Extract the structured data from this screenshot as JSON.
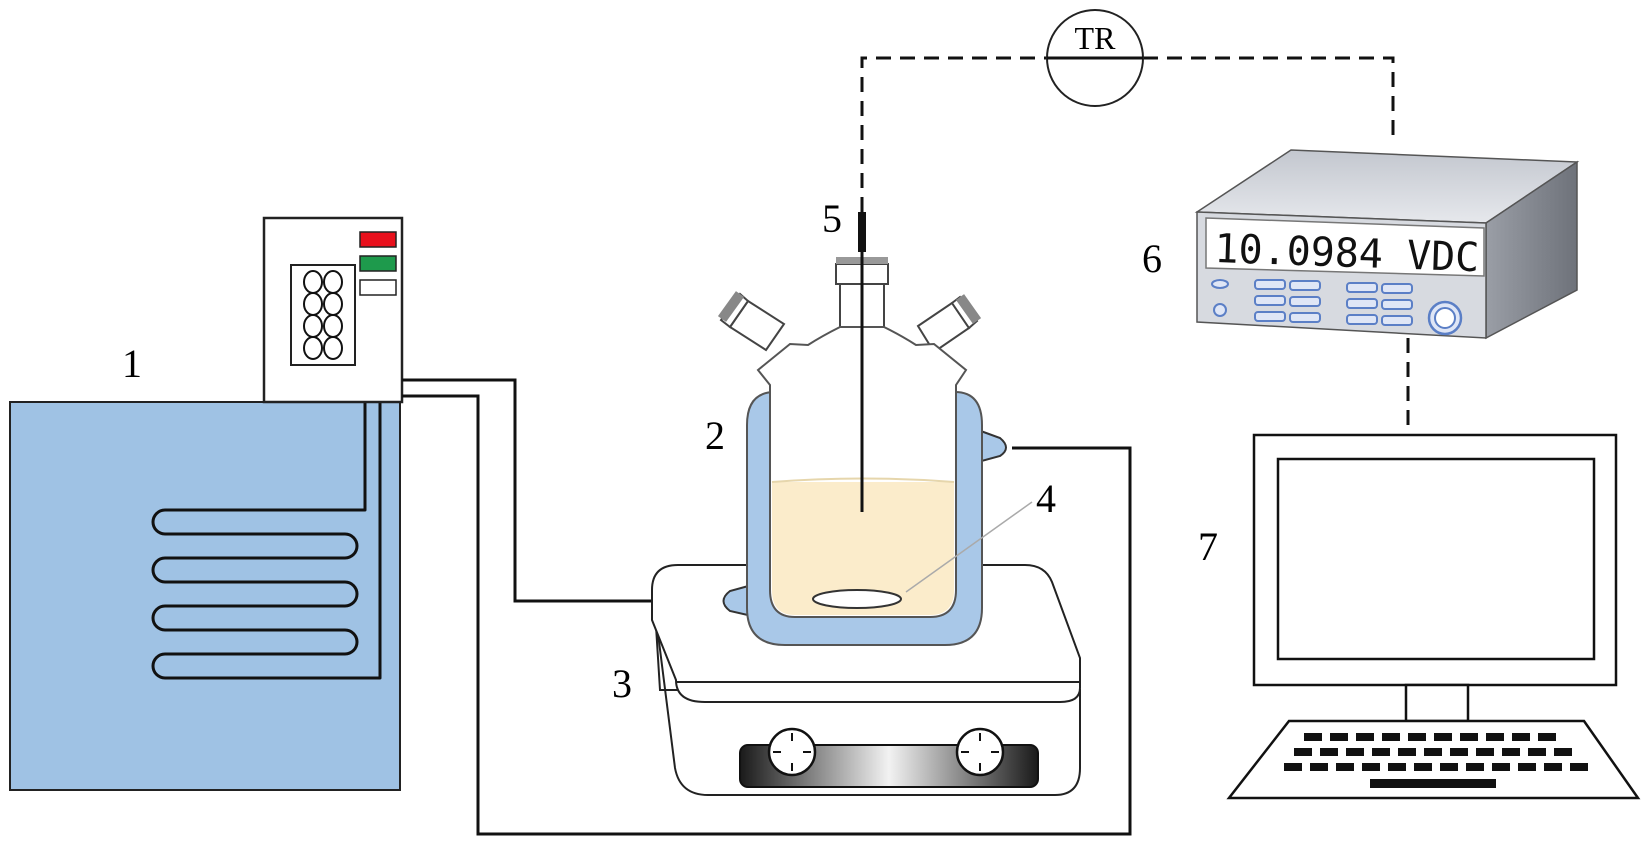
{
  "labels": {
    "bath": "1",
    "reactor": "2",
    "stirrer": "3",
    "stir_bar": "4",
    "sensor": "5",
    "meter": "6",
    "computer": "7"
  },
  "thermistor_label": "TR",
  "meter_display": "10.0984 VDC",
  "colors": {
    "bath_fill": "#9fc2e4",
    "jacket_fill": "#a9c8e8",
    "liquid_fill": "#fbeccb",
    "indicator_red": "#e8101c",
    "indicator_green": "#1e9a4c",
    "meter_body": "#d7dae0",
    "meter_button": "#5b7fc6"
  }
}
